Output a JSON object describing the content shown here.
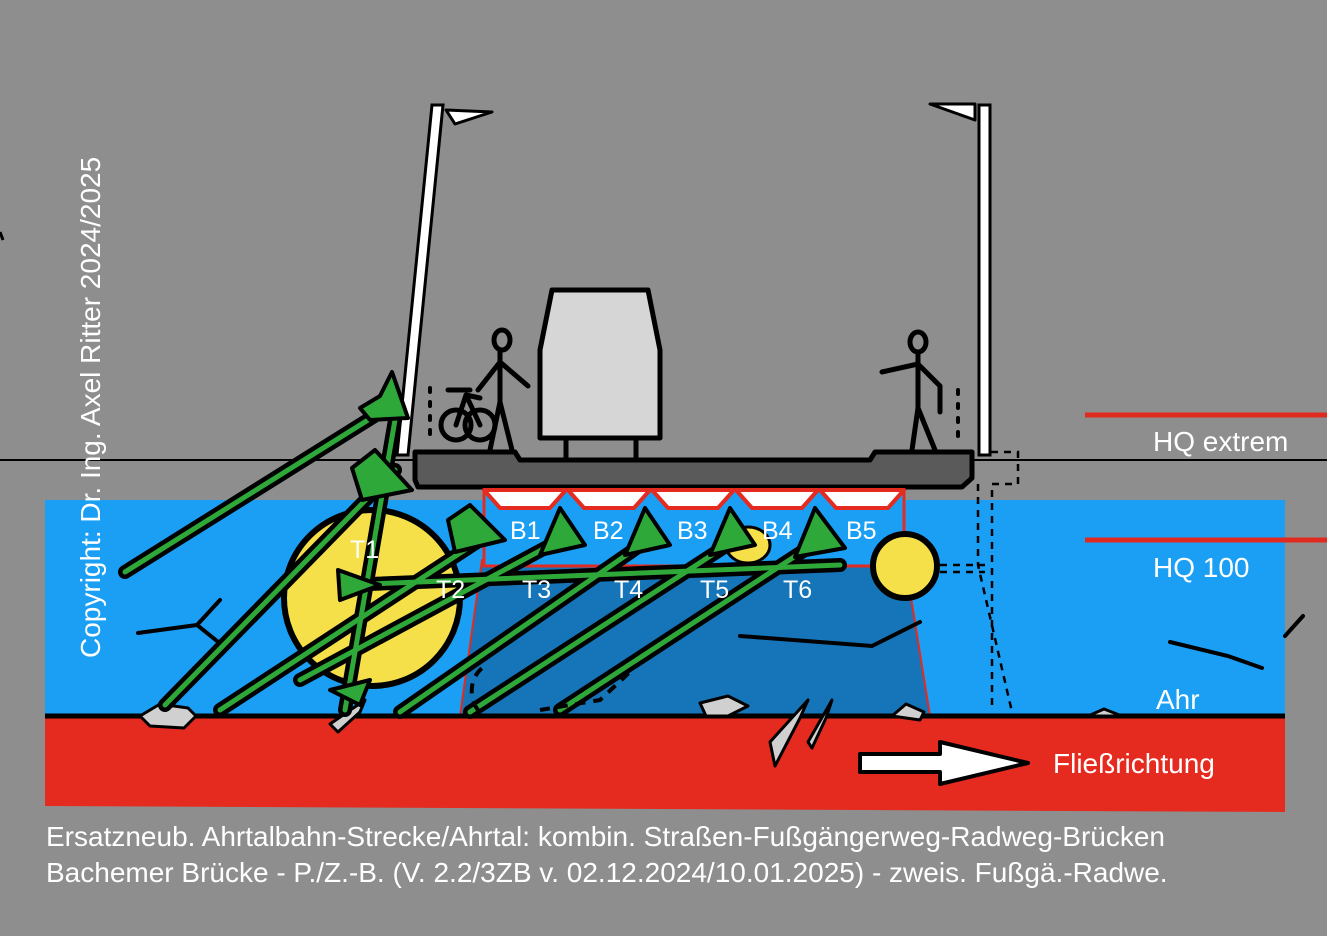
{
  "copyright": "Copyright: Dr. Ing. Axel Ritter 2024/2025",
  "levels": {
    "hq_extrem": "HQ extrem",
    "hq_100": "HQ 100"
  },
  "river": {
    "name": "Ahr",
    "flow_label": "Fließrichtung"
  },
  "bays": [
    "B1",
    "B2",
    "B3",
    "B4",
    "B5"
  ],
  "trees": [
    "T1",
    "T2",
    "T3",
    "T4",
    "T5",
    "T6"
  ],
  "caption": {
    "line1": "Ersatzneub. Ahrtalbahn-Strecke/Ahrtal: kombin. Straßen-Fußgängerweg-Radweg-Brücken",
    "line2": "Bachemer Brücke - P./Z.-B. (V. 2.2/3ZB v. 02.12.2024/10.01.2025) - zweis. Fußgä.-Radwe."
  },
  "colors": {
    "background": "#8e8e8e",
    "water": "#1a9ff5",
    "water_deep": "#1575b8",
    "riverbed": "#e52a1f",
    "tree_green": "#2fa83a",
    "debris_yellow": "#f5e04a",
    "deck": "#5a5a5a",
    "level_line": "#e02a1f"
  }
}
